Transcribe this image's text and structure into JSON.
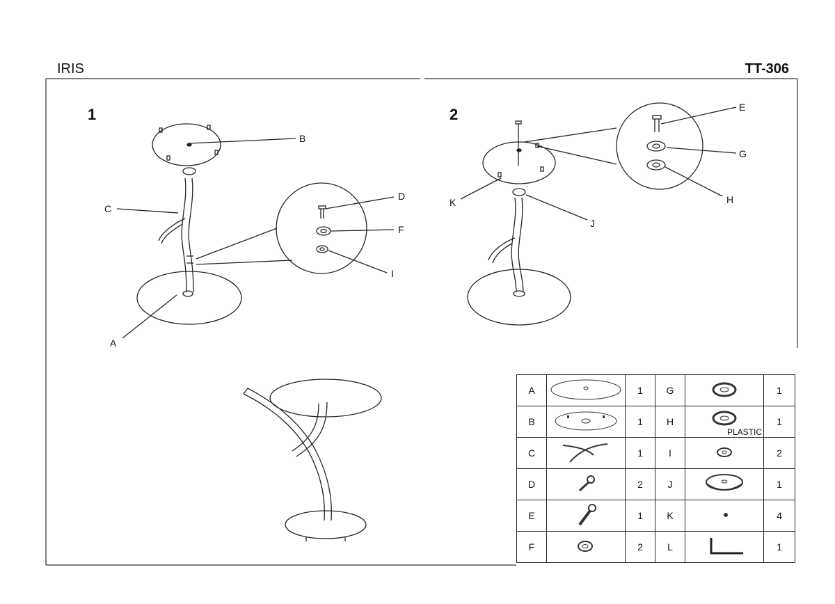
{
  "header": {
    "title_left": "IRIS",
    "title_right": "TT-306"
  },
  "steps": {
    "step1": "1",
    "step2": "2"
  },
  "callouts": {
    "step1": {
      "a": "A",
      "b": "B",
      "c": "C",
      "d": "D",
      "f": "F",
      "i": "I"
    },
    "step2": {
      "e": "E",
      "g": "G",
      "h": "H",
      "j": "J",
      "k": "K"
    }
  },
  "parts_table": {
    "rows": [
      {
        "left": {
          "letter": "A",
          "qty": "1",
          "icon": "glass-base-disc-icon"
        },
        "right": {
          "letter": "G",
          "qty": "1",
          "icon": "metal-washer-icon"
        }
      },
      {
        "left": {
          "letter": "B",
          "qty": "1",
          "icon": "glass-top-disc-icon"
        },
        "right": {
          "letter": "H",
          "qty": "1",
          "icon": "plastic-washer-icon",
          "note": "PLASTIC"
        }
      },
      {
        "left": {
          "letter": "C",
          "qty": "1",
          "icon": "curved-leg-icon"
        },
        "right": {
          "letter": "I",
          "qty": "2",
          "icon": "small-washer-icon"
        }
      },
      {
        "left": {
          "letter": "D",
          "qty": "2",
          "icon": "short-bolt-icon"
        },
        "right": {
          "letter": "J",
          "qty": "1",
          "icon": "base-plate-icon"
        }
      },
      {
        "left": {
          "letter": "E",
          "qty": "1",
          "icon": "long-bolt-icon"
        },
        "right": {
          "letter": "K",
          "qty": "4",
          "icon": "suction-pad-icon"
        }
      },
      {
        "left": {
          "letter": "F",
          "qty": "2",
          "icon": "lock-washer-icon"
        },
        "right": {
          "letter": "L",
          "qty": "1",
          "icon": "allen-key-icon"
        }
      }
    ]
  }
}
